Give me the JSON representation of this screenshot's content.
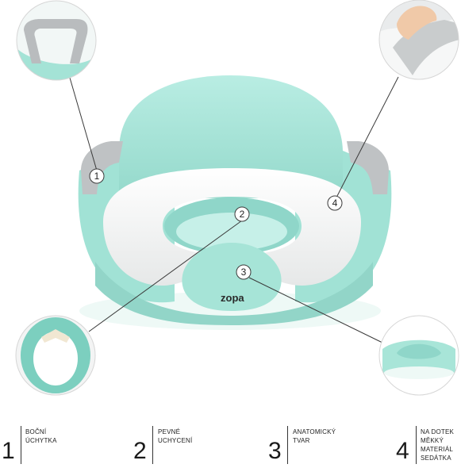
{
  "product": {
    "brand": "zopa",
    "colors": {
      "mint": "#a9e6db",
      "mint_dark": "#8fd6c9",
      "cushion": "#f3f4f4",
      "grey_handle": "#bfc2c4",
      "line": "#3a3a3a"
    }
  },
  "callouts": [
    {
      "number": "1"
    },
    {
      "number": "2"
    },
    {
      "number": "3"
    },
    {
      "number": "4"
    }
  ],
  "legend": [
    {
      "number": "1",
      "lines": [
        "BOČNÍ",
        "ÚCHYTKA"
      ]
    },
    {
      "number": "2",
      "lines": [
        "PEVNÉ",
        "UCHYCENÍ"
      ]
    },
    {
      "number": "3",
      "lines": [
        "ANATOMICKÝ",
        "TVAR"
      ]
    },
    {
      "number": "4",
      "lines": [
        "NA DOTEK",
        "MĚKKÝ",
        "MATERIÁL",
        "SEDÁTKA"
      ]
    }
  ]
}
